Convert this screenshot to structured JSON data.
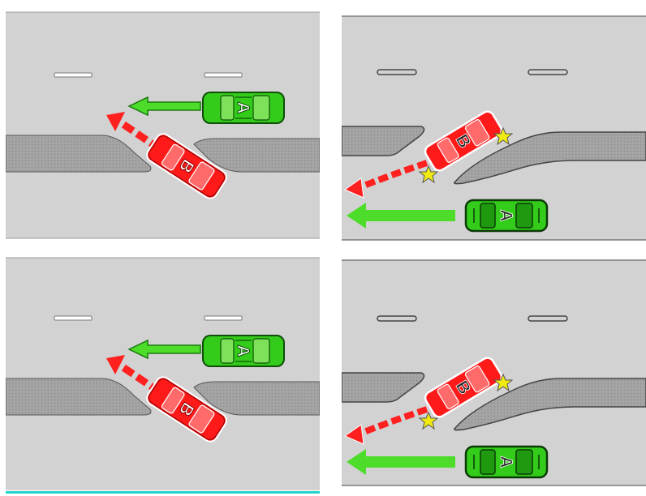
{
  "colors": {
    "road": "#d2d2d2",
    "median": "#a2a2a2",
    "lane_marking": "#ffffff",
    "car_a": "#33cc1a",
    "car_b": "#ff1a1a",
    "arrow_a": "#4ddc2a",
    "arrow_b": "#ff2020",
    "impact_star": "#f0ea10",
    "bottom_strip": "#20d4c8"
  },
  "panels": [
    {
      "id": "panel-top-left",
      "car_a_label": "A",
      "car_b_label": "B"
    },
    {
      "id": "panel-top-right",
      "car_a_label": "A",
      "car_b_label": "B"
    },
    {
      "id": "panel-bottom-left",
      "car_a_label": "A",
      "car_b_label": "B"
    },
    {
      "id": "panel-bottom-right",
      "car_a_label": "A",
      "car_b_label": "B"
    }
  ],
  "icons": [
    "car-a-icon",
    "car-b-icon",
    "direction-arrow-icon",
    "impact-star-icon"
  ]
}
